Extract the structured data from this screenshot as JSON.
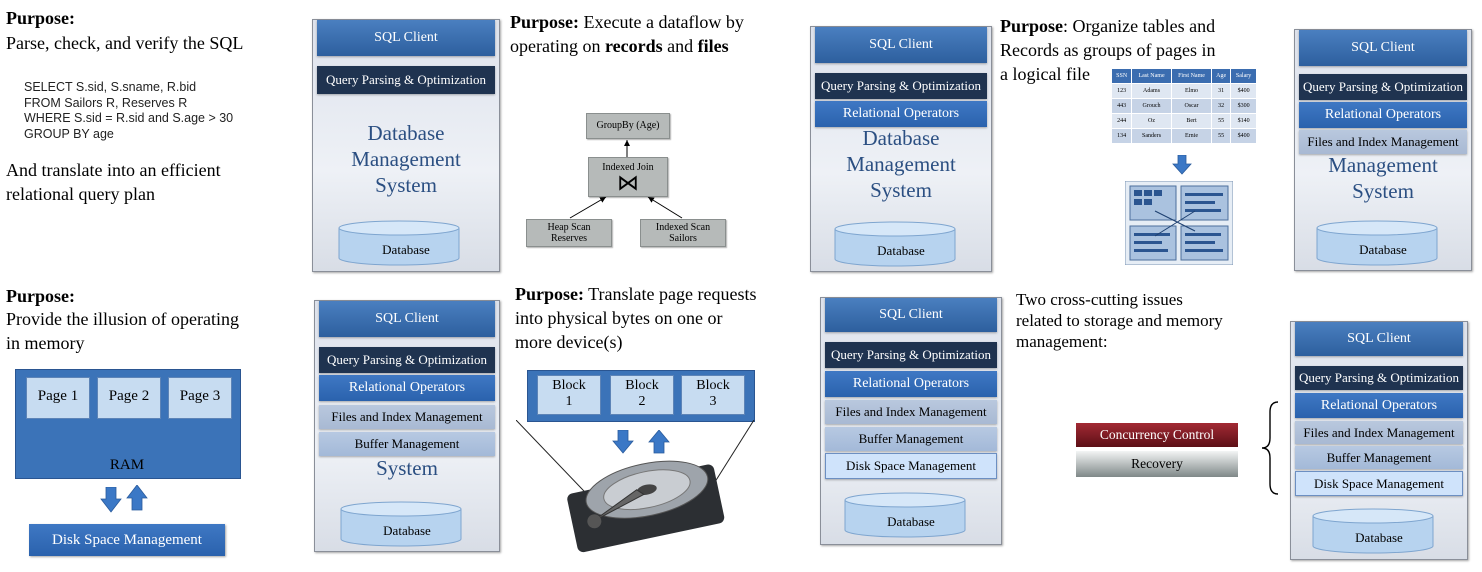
{
  "panel_parse": {
    "purpose_label": "Purpose:",
    "purpose_text": "Parse, check, and verify the SQL",
    "sql_lines": [
      "SELECT S.sid, S.sname, R.bid",
      "FROM Sailors R, Reserves R",
      "WHERE S.sid = R.sid and S.age > 30",
      "GROUP BY age"
    ],
    "translate_line1": "And translate into an efficient",
    "translate_line2": "relational query plan"
  },
  "panel_dataflow": {
    "purpose_label": "Purpose:",
    "text_part1": " Execute a dataflow by",
    "text_part2": "operating on ",
    "records": "records",
    "and": " and ",
    "files": "files",
    "groupby": "GroupBy (Age)",
    "indexed_join": "Indexed Join",
    "join_symbol": "⋈",
    "heap_scan_1": "Heap Scan",
    "heap_scan_2": "Reserves",
    "indexed_scan_1": "Indexed Scan",
    "indexed_scan_2": "Sailors"
  },
  "panel_files": {
    "purpose_label": "Purpose",
    "text_line1": ": Organize tables and",
    "text_line2": "Records as groups of pages in",
    "text_line3": "a logical file",
    "table_headers": [
      "SSN",
      "Last Name",
      "First Name",
      "Age",
      "Salary"
    ],
    "table_rows": [
      [
        "123",
        "Adams",
        "Elmo",
        "31",
        "$400"
      ],
      [
        "443",
        "Grouch",
        "Oscar",
        "32",
        "$300"
      ],
      [
        "244",
        "Oz",
        "Bert",
        "55",
        "$140"
      ],
      [
        "134",
        "Sanders",
        "Ernie",
        "55",
        "$400"
      ]
    ]
  },
  "panel_buffer": {
    "purpose_label": "Purpose:",
    "text_line1": "Provide the illusion of operating",
    "text_line2": "in memory",
    "pages": [
      "Page 1",
      "Page 2",
      "Page 3"
    ],
    "ram": "RAM",
    "disk_space": "Disk Space Management"
  },
  "panel_disk": {
    "purpose_label": "Purpose:",
    "text_line1": " Translate page requests",
    "text_line2": "into physical bytes on one or",
    "text_line3": "more device(s)",
    "blocks": [
      {
        "l1": "Block",
        "l2": "1"
      },
      {
        "l1": "Block",
        "l2": "2"
      },
      {
        "l1": "Block",
        "l2": "3"
      }
    ]
  },
  "panel_cross": {
    "text_line1": "Two cross-cutting issues",
    "text_line2": "related to storage and memory",
    "text_line3": "management:",
    "concurrency": "Concurrency Control",
    "recovery": "Recovery"
  },
  "stack_labels": {
    "sql_client": "SQL Client",
    "qpo": "Query Parsing & Optimization",
    "relop": "Relational Operators",
    "fim": "Files and Index Management",
    "bufm": "Buffer Management",
    "dsm": "Disk Space Management",
    "database": "Database",
    "sys_line1": "Database",
    "sys_line2": "Management",
    "sys_line3": "System",
    "sys_short": "System"
  },
  "colors": {
    "sql_client": "#3a6fb0",
    "qpo": "#1f3350",
    "relational_operators": "#3470bd",
    "disk_space": "#cfe3fb",
    "concurrency": "#7d1a22",
    "recovery": "#8a9191"
  },
  "icons": [
    "arrow-down-icon",
    "arrow-up-icon",
    "hard-drive-icon",
    "curly-brace-icon"
  ]
}
